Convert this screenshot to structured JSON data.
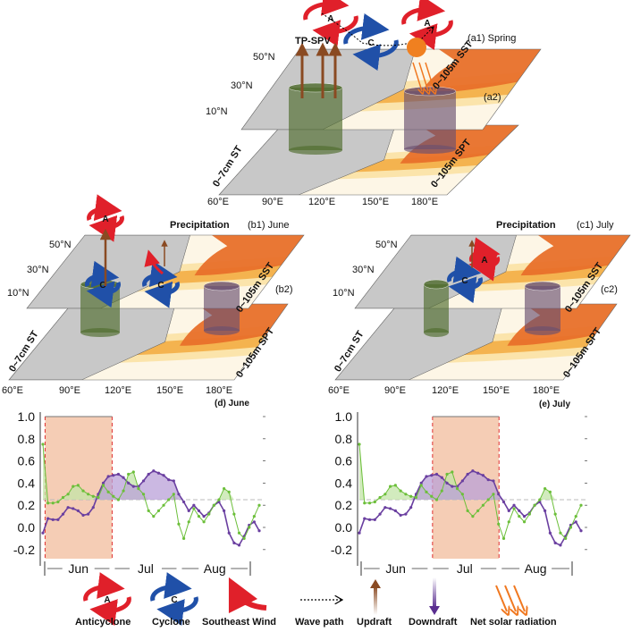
{
  "panels": {
    "a": {
      "title": "(a1) Spring",
      "lower": "(a2)",
      "tp_spv": "TP-SPV",
      "upper_layer": "0~105m SST",
      "lower_layer": "0~105m SPT",
      "land_layer": "0~7cm ST",
      "anticyclone_mark": "A",
      "cyclone_mark": "C"
    },
    "b": {
      "title": "(b1) June",
      "lower": "(b2)",
      "precip": "Precipitation",
      "upper_layer": "0~105m SST",
      "lower_layer": "0~105m SPT",
      "land_layer": "0~7cm ST",
      "anticyclone_mark": "A",
      "cyclone_mark": "C"
    },
    "c": {
      "title": "(c1) July",
      "lower": "(c2)",
      "precip": "Precipitation",
      "upper_layer": "0~105m SST",
      "lower_layer": "0~105m SPT",
      "land_layer": "0~7cm ST",
      "anticyclone_mark": "A",
      "cyclone_mark": "C"
    }
  },
  "lat_labels": [
    "50°N",
    "30°N",
    "10°N"
  ],
  "lon_labels": [
    "60°E",
    "90°E",
    "120°E",
    "150°E",
    "180°E"
  ],
  "colors": {
    "anticyclone": "#e0202a",
    "cyclone": "#2050a8",
    "purple": "#6a3fa0",
    "green": "#6cbf3a",
    "shade": "#f5cdb5",
    "ocean_dark": "#e8702a",
    "ocean_mid": "#f3b04a",
    "ocean_light": "#fbe3a8",
    "land": "#c8c8c8"
  },
  "charts": [
    {
      "title": "(d) June",
      "type": "line",
      "yticks": [
        "1.0",
        "0.8",
        "0.6",
        "0.4",
        "0.2",
        "0.0",
        "-0.2"
      ],
      "ylim": [
        -0.3,
        1.0
      ],
      "threshold": 0.25,
      "months": [
        "Jun",
        "Jul",
        "Aug"
      ],
      "highlight_fraction": [
        0.01,
        0.32
      ],
      "series": [
        {
          "name": "purple",
          "values": [
            -0.05,
            0.08,
            0.07,
            0.07,
            0.12,
            0.18,
            0.17,
            0.15,
            0.11,
            0.12,
            0.18,
            0.3,
            0.4,
            0.46,
            0.47,
            0.48,
            0.45,
            0.4,
            0.37,
            0.37,
            0.42,
            0.48,
            0.51,
            0.49,
            0.47,
            0.43,
            0.42,
            0.3,
            0.23,
            0.15,
            0.2,
            0.15,
            0.1,
            0.13,
            0.2,
            0.23,
            0.15,
            -0.05,
            -0.14,
            -0.16,
            -0.08,
            0.02,
            0.05,
            -0.03
          ]
        },
        {
          "name": "green",
          "values": [
            0.75,
            0.22,
            0.22,
            0.23,
            0.27,
            0.3,
            0.37,
            0.38,
            0.33,
            0.3,
            0.28,
            0.27,
            0.38,
            0.32,
            0.28,
            0.25,
            0.33,
            0.48,
            0.5,
            0.35,
            0.3,
            0.15,
            0.1,
            0.15,
            0.2,
            0.25,
            0.3,
            0.03,
            -0.1,
            0.05,
            0.17,
            0.1,
            0.05,
            0.12,
            0.2,
            0.25,
            0.35,
            0.32,
            0.12,
            -0.05,
            -0.1,
            0.0,
            0.1,
            0.2
          ]
        }
      ]
    },
    {
      "title": "(e) July",
      "type": "line",
      "yticks": [
        "1.0",
        "0.8",
        "0.6",
        "0.4",
        "0.2",
        "0.0",
        "-0.2"
      ],
      "ylim": [
        -0.3,
        1.0
      ],
      "threshold": 0.25,
      "months": [
        "Jun",
        "Jul",
        "Aug"
      ],
      "highlight_fraction": [
        0.33,
        0.63
      ],
      "series": [
        {
          "name": "purple",
          "values": [
            -0.05,
            0.08,
            0.07,
            0.07,
            0.12,
            0.18,
            0.17,
            0.15,
            0.11,
            0.12,
            0.18,
            0.3,
            0.4,
            0.46,
            0.47,
            0.48,
            0.45,
            0.4,
            0.37,
            0.37,
            0.42,
            0.48,
            0.51,
            0.49,
            0.47,
            0.43,
            0.42,
            0.3,
            0.23,
            0.15,
            0.2,
            0.15,
            0.1,
            0.13,
            0.2,
            0.23,
            0.15,
            -0.05,
            -0.14,
            -0.16,
            -0.08,
            0.02,
            0.05,
            -0.03
          ]
        },
        {
          "name": "green",
          "values": [
            0.75,
            0.22,
            0.22,
            0.23,
            0.27,
            0.3,
            0.37,
            0.38,
            0.33,
            0.3,
            0.28,
            0.27,
            0.38,
            0.32,
            0.28,
            0.25,
            0.33,
            0.48,
            0.5,
            0.35,
            0.3,
            0.15,
            0.1,
            0.15,
            0.2,
            0.25,
            0.3,
            0.03,
            -0.1,
            0.05,
            0.17,
            0.1,
            0.05,
            0.12,
            0.2,
            0.25,
            0.35,
            0.32,
            0.12,
            -0.05,
            -0.1,
            0.0,
            0.1,
            0.2
          ]
        }
      ]
    }
  ],
  "legend": {
    "anticyclone": "Anticyclone",
    "cyclone": "Cyclone",
    "southeast_wind": "Southeast Wind",
    "wave_path": "Wave path",
    "updraft": "Updraft",
    "downdraft": "Downdraft",
    "net_solar": "Net solar radiation",
    "a_mark": "A",
    "c_mark": "C"
  }
}
